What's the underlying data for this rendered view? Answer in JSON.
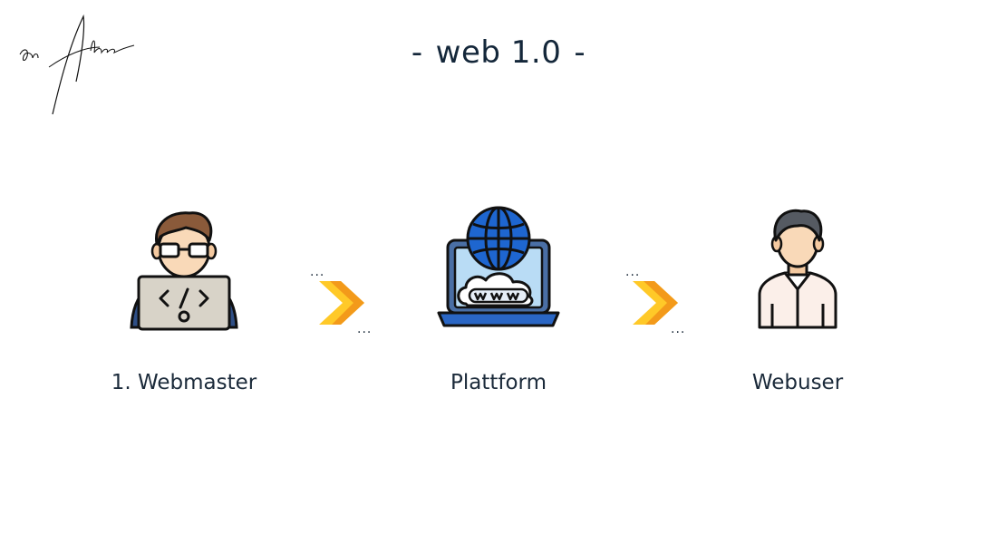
{
  "title": {
    "text": "web 1.0",
    "left_dash": "-",
    "right_dash": "-"
  },
  "nodes": [
    {
      "label": "1. Webmaster",
      "icon": "programmer-laptop-icon"
    },
    {
      "label": "Plattform",
      "icon": "globe-laptop-www-icon"
    },
    {
      "label": "Webuser",
      "icon": "user-person-icon"
    }
  ],
  "connectors": [
    {
      "icon": "chevron-right-icon",
      "dots_top": "...",
      "dots_bottom": "..."
    },
    {
      "icon": "chevron-right-icon",
      "dots_top": "...",
      "dots_bottom": "..."
    }
  ],
  "signature": {
    "icon": "signature-icon"
  },
  "colors": {
    "text": "#1b2a3a",
    "arrow_light": "#ffc928",
    "arrow_dark": "#f39a1a",
    "globe_blue": "#1e66d0",
    "laptop_screen": "#b9dcf5",
    "skin": "#f9d9b8",
    "hair_brown": "#8a5a3a",
    "hair_gray": "#555a62"
  }
}
